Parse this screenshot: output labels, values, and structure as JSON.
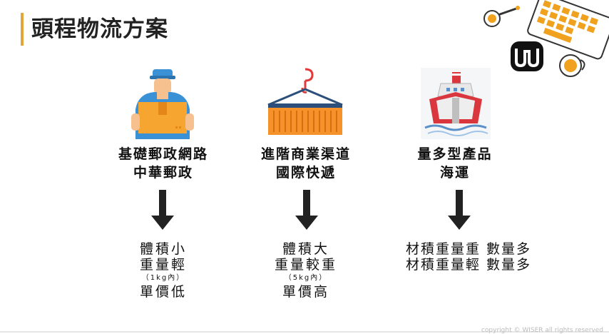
{
  "title": "頭程物流方案",
  "brand_icon": "wiser-logo",
  "columns": [
    {
      "icon": "postman-icon",
      "label_lines": [
        "基礎郵政網路",
        "中華郵政"
      ],
      "desc_lines": [
        "體積小",
        "重量輕"
      ],
      "desc_note": "（1kg內）",
      "desc_tail": "單價低"
    },
    {
      "icon": "container-crane-icon",
      "label_lines": [
        "進階商業渠道",
        "國際快遞"
      ],
      "desc_lines": [
        "體積大",
        "重量較重"
      ],
      "desc_note": "（5kg內）",
      "desc_tail": "單價高"
    },
    {
      "icon": "cargo-ship-icon",
      "label_lines": [
        "量多型產品",
        "海運"
      ],
      "desc_lines": [
        "材積重量重 數量多",
        "材積重量輕 數量多"
      ]
    }
  ],
  "copyright": "copyright © WISER all rights reserved",
  "colors": {
    "accent": "#e0a73a",
    "box": "#f7a531",
    "container": "#f5922a",
    "arrow": "#222222"
  }
}
